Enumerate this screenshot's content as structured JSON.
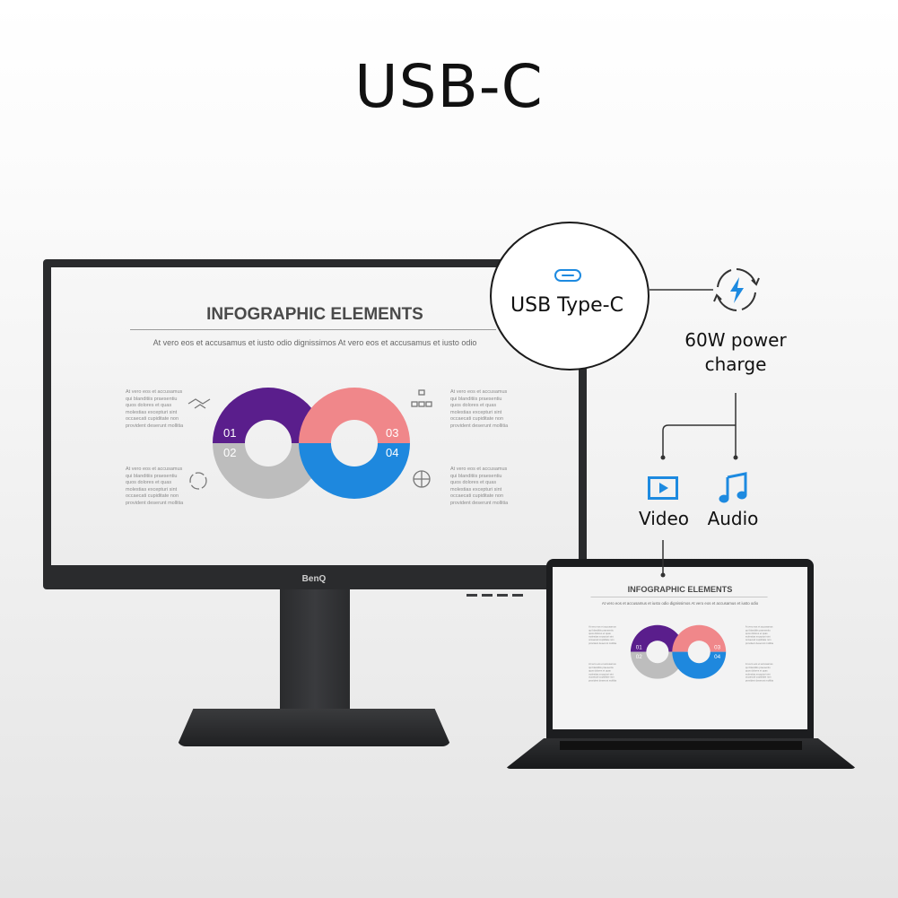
{
  "page": {
    "title": "USB-C"
  },
  "callout": {
    "port_label": "USB Type-C",
    "power_label_line1": "60W power",
    "power_label_line2": "charge",
    "video_label": "Video",
    "audio_label": "Audio"
  },
  "monitor": {
    "brand": "BenQ"
  },
  "infographic": {
    "title": "INFOGRAPHIC ELEMENTS",
    "subtitle": "At vero eos et accusamus et iusto  odio  dignissimos  At vero eos et accusamus et iusto  odio",
    "lorem": "At vero eos et accusamus qui blanditiis praesentiu quos dolores et quas molestias excepturi sint occaecati cupiditate non provident deserunt mollitia",
    "segments": [
      "01",
      "02",
      "03",
      "04"
    ],
    "colors": {
      "s01": "#5a1e8c",
      "s02": "#bdbdbd",
      "s03": "#f0878a",
      "s04": "#1e88de"
    }
  },
  "colors": {
    "accent": "#1d8ae0",
    "bolt": "#1d8ae0"
  },
  "icons": [
    "usb-c-port-icon",
    "power-charge-icon",
    "video-play-icon",
    "music-note-icon"
  ]
}
